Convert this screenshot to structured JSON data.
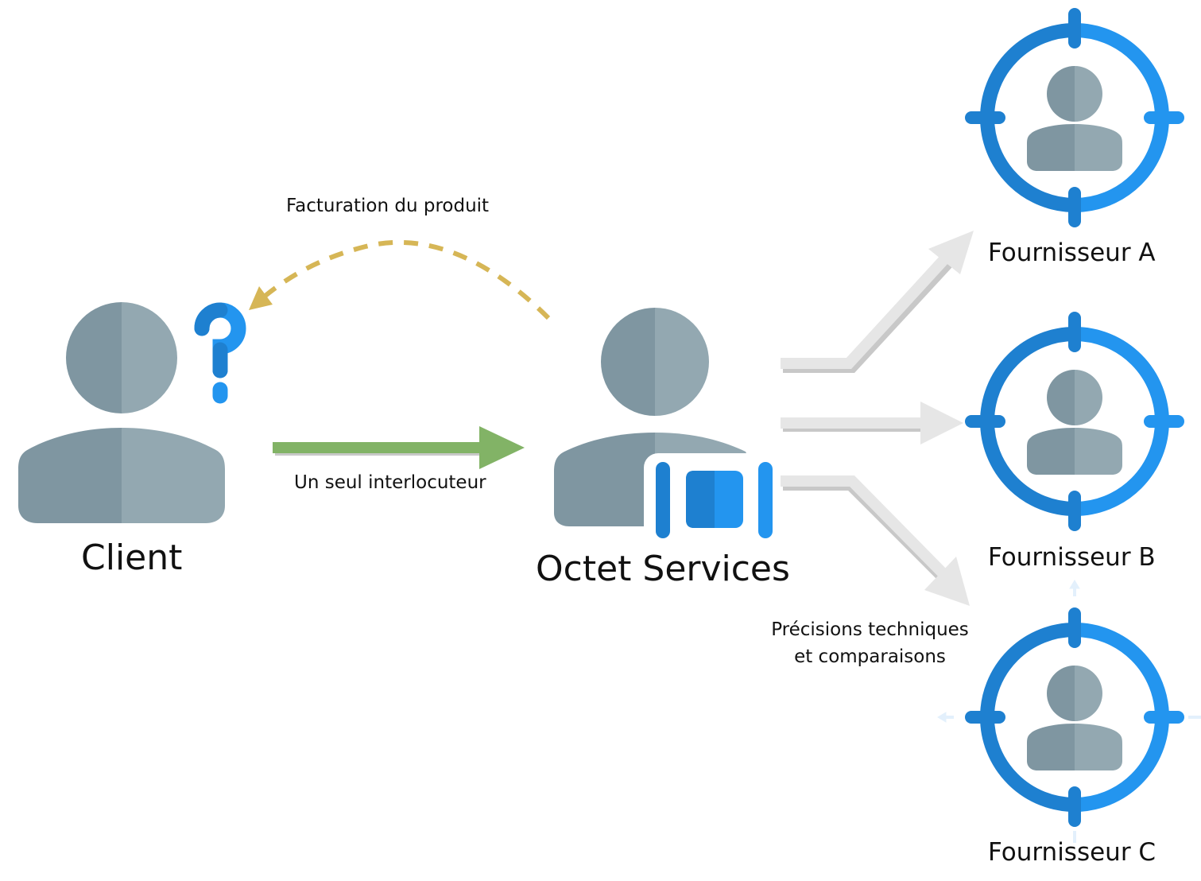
{
  "colors": {
    "person_dark": "#7f96a1",
    "person_light": "#93a8b1",
    "blue_dark": "#1e80d0",
    "blue_light": "#2395ef",
    "green_arrow": "#82b366",
    "gold_dashed": "#d6b656",
    "gray_arrow": "#e6e6e6",
    "gray_shadow": "#c8c8c8",
    "faint_blue": "#e3f0fc"
  },
  "nodes": {
    "client": {
      "label": "Client",
      "icon": "user-question-icon"
    },
    "octet": {
      "label": "Octet Services",
      "icon": "user-briefcase-icon"
    },
    "supplier_a": {
      "label": "Fournisseur A",
      "icon": "user-target-icon"
    },
    "supplier_b": {
      "label": "Fournisseur B",
      "icon": "user-target-icon"
    },
    "supplier_c": {
      "label": "Fournisseur C",
      "icon": "user-target-icon"
    }
  },
  "edges": {
    "billing": {
      "label": "Facturation du produit",
      "from": "octet",
      "to": "client",
      "style": "dashed"
    },
    "single_contact": {
      "label": "Un seul interlocuteur",
      "from": "client",
      "to": "octet",
      "style": "solid"
    },
    "technical": {
      "line1": "Précisions techniques",
      "line2": "et comparaisons",
      "from": "octet",
      "to": [
        "supplier_a",
        "supplier_b",
        "supplier_c"
      ]
    }
  }
}
